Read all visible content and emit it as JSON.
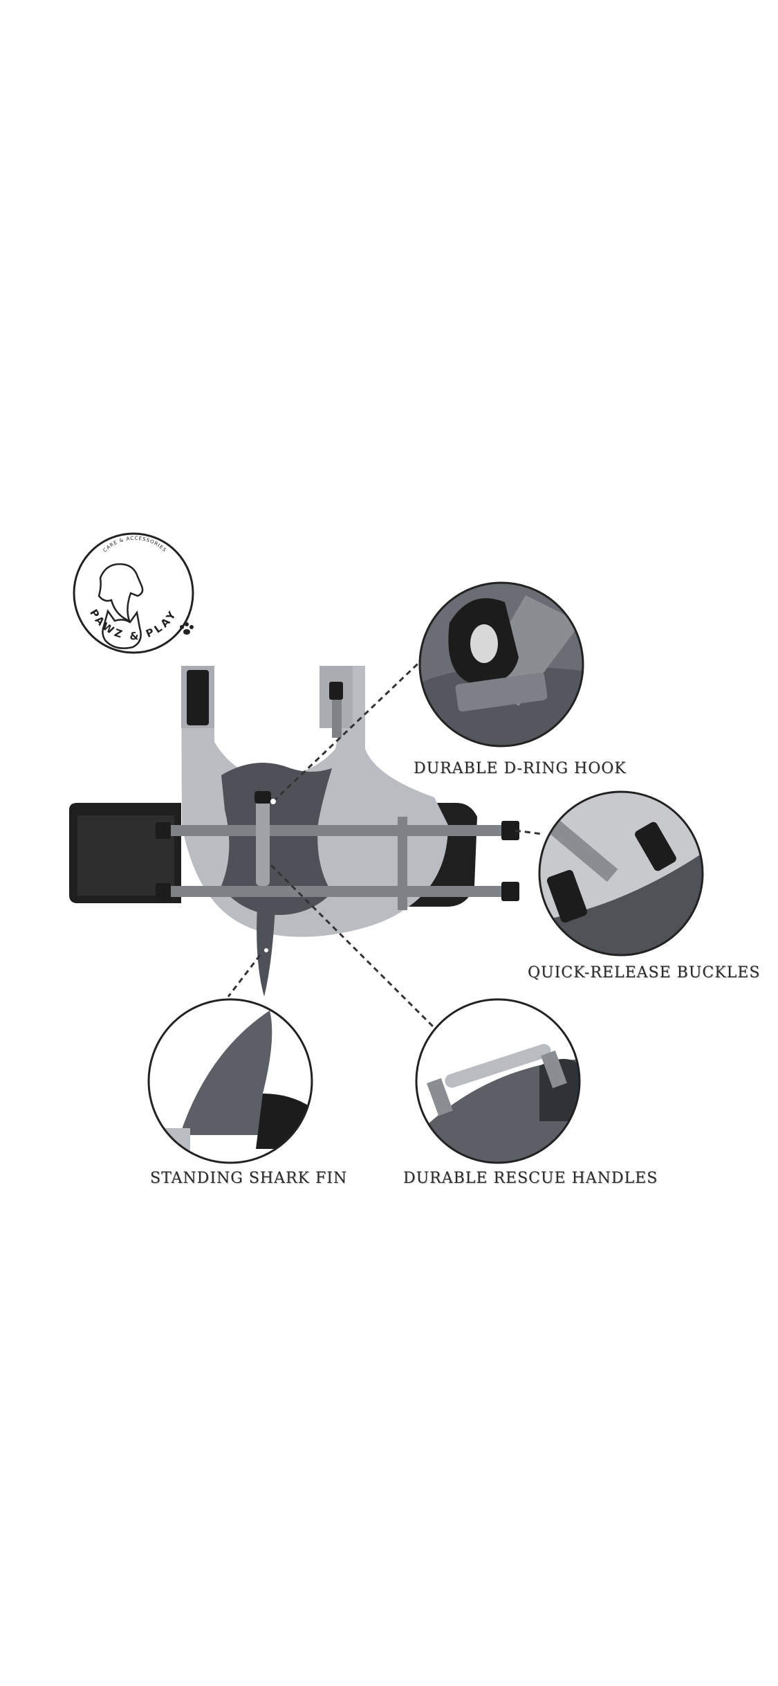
{
  "logo": {
    "brand": "PAWZ & PLAY",
    "tagline": "CARE & ACCESSORIES"
  },
  "features": {
    "d_ring": "DURABLE D-RING HOOK",
    "buckles": "QUICK-RELEASE BUCKLES",
    "shark_fin": "STANDING SHARK FIN",
    "handles": "DURABLE RESCUE HANDLES"
  },
  "colors": {
    "background": "#ffffff",
    "vest_light": "#b9bcc0",
    "vest_dark": "#4e5258",
    "strap": "#7f8287",
    "buckle": "#1c1c1c"
  }
}
